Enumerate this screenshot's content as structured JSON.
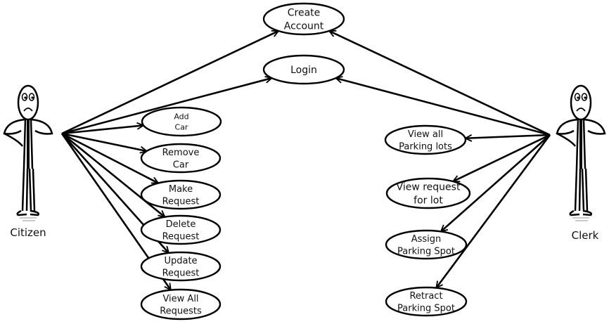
{
  "actors": {
    "citizen": {
      "label": "Citizen"
    },
    "clerk": {
      "label": "Clerk"
    }
  },
  "use_cases": {
    "create_account": [
      "Create",
      "Account"
    ],
    "login": [
      "Login"
    ],
    "add_car": [
      "Add",
      "Car"
    ],
    "remove_car": [
      "Remove",
      "Car"
    ],
    "make_request": [
      "Make",
      "Request"
    ],
    "delete_request": [
      "Delete",
      "Request"
    ],
    "update_request": [
      "Update",
      "Request"
    ],
    "view_all_requests": [
      "View All",
      "Requests"
    ],
    "view_all_parking_lots": [
      "View all",
      "Parking lots"
    ],
    "view_request_for_lot": [
      "View request",
      "for lot"
    ],
    "assign_parking_spot": [
      "Assign",
      "Parking Spot"
    ],
    "retract_parking_spot": [
      "Retract",
      "Parking Spot"
    ]
  }
}
